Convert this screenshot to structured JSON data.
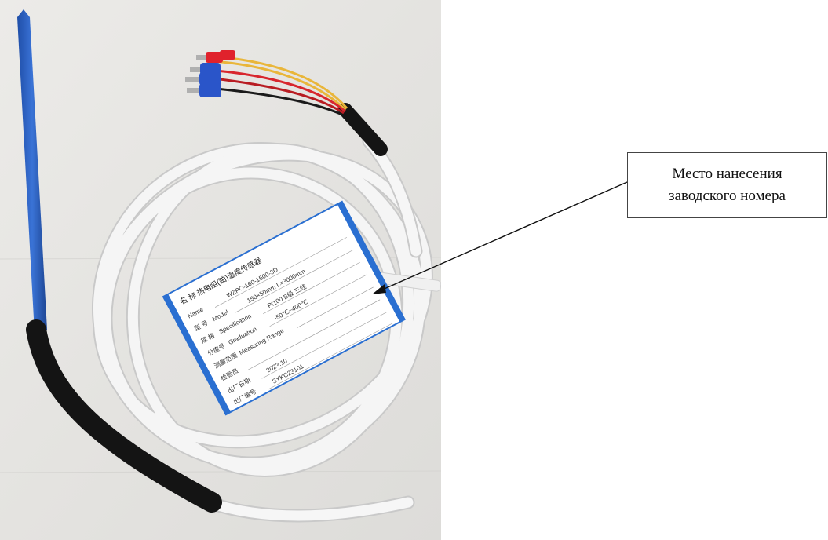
{
  "callout": {
    "line1": "Место нанесения",
    "line2": "заводского номера"
  },
  "tag": {
    "title": "名 称 热电阻(铂)温度传感器",
    "name_label": "Name",
    "name_value": "WZPC-160-1500-3D",
    "model_label": "型 号",
    "model_en": "Model",
    "model_value": "150×50mm  L=3000mm",
    "spec_label": "规 格",
    "spec_en": "Specification",
    "spec_value": "Pt100  B级  三线",
    "grad_label": "分度号",
    "grad_en": "Graduation",
    "grad_value": "-50℃~400℃",
    "range_label": "测量范围",
    "range_en": "Measuring Range",
    "inspector_label": "检验员",
    "date_label": "出厂日期",
    "date_value": "2023.10",
    "serial_label": "出厂编号",
    "serial_value": "SYKC23101"
  },
  "colors": {
    "probe_blue": "#2f63c4",
    "shrink_black": "#141414",
    "cable_white": "#f4f4f4",
    "tag_border": "#2a6fd1",
    "background_gray": "#e6e6e4",
    "wire_red": "#d8262d",
    "wire_yellow": "#e9b63a",
    "ferrule_blue": "#2a55c9",
    "ferrule_red": "#e0222c"
  }
}
